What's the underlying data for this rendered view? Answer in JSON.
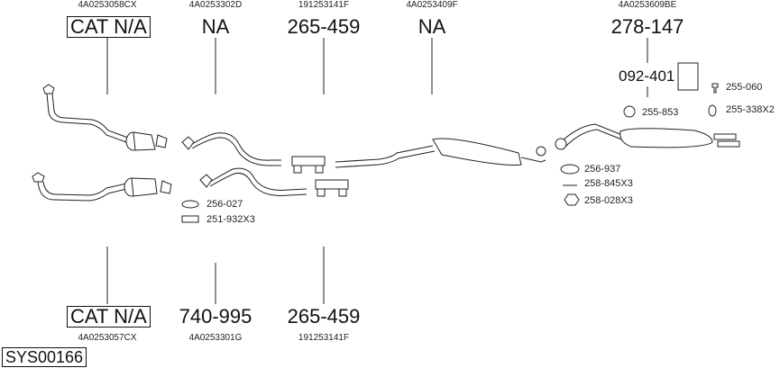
{
  "system_code": "SYS00166",
  "top_row": [
    {
      "oe": "4A0253058CX",
      "part": "CAT N/A",
      "boxed": true
    },
    {
      "oe": "4A0253302D",
      "part": "NA",
      "boxed": false
    },
    {
      "oe": "191253141F",
      "part": "265-459",
      "boxed": false
    },
    {
      "oe": "4A0253409F",
      "part": "NA",
      "boxed": false
    },
    {
      "oe": "4A0253609BE",
      "part": "278-147",
      "boxed": false
    }
  ],
  "bottom_row": [
    {
      "oe": "4A0253057CX",
      "part": "CAT N/A",
      "boxed": true
    },
    {
      "oe": "4A0253301G",
      "part": "740-995",
      "boxed": false
    },
    {
      "oe": "191253141F",
      "part": "265-459",
      "boxed": false
    }
  ],
  "sub_part": "092-401",
  "accessories": {
    "rubber_mount": "255-060",
    "ring_255_853": "255-853",
    "ring_255_338": "255-338X2",
    "gasket_256_937": "256-937",
    "bolt_258_845": "258-845X3",
    "nut_258_028": "258-028X3",
    "gasket_256_027": "256-027",
    "spring_251_932": "251-932X3"
  }
}
